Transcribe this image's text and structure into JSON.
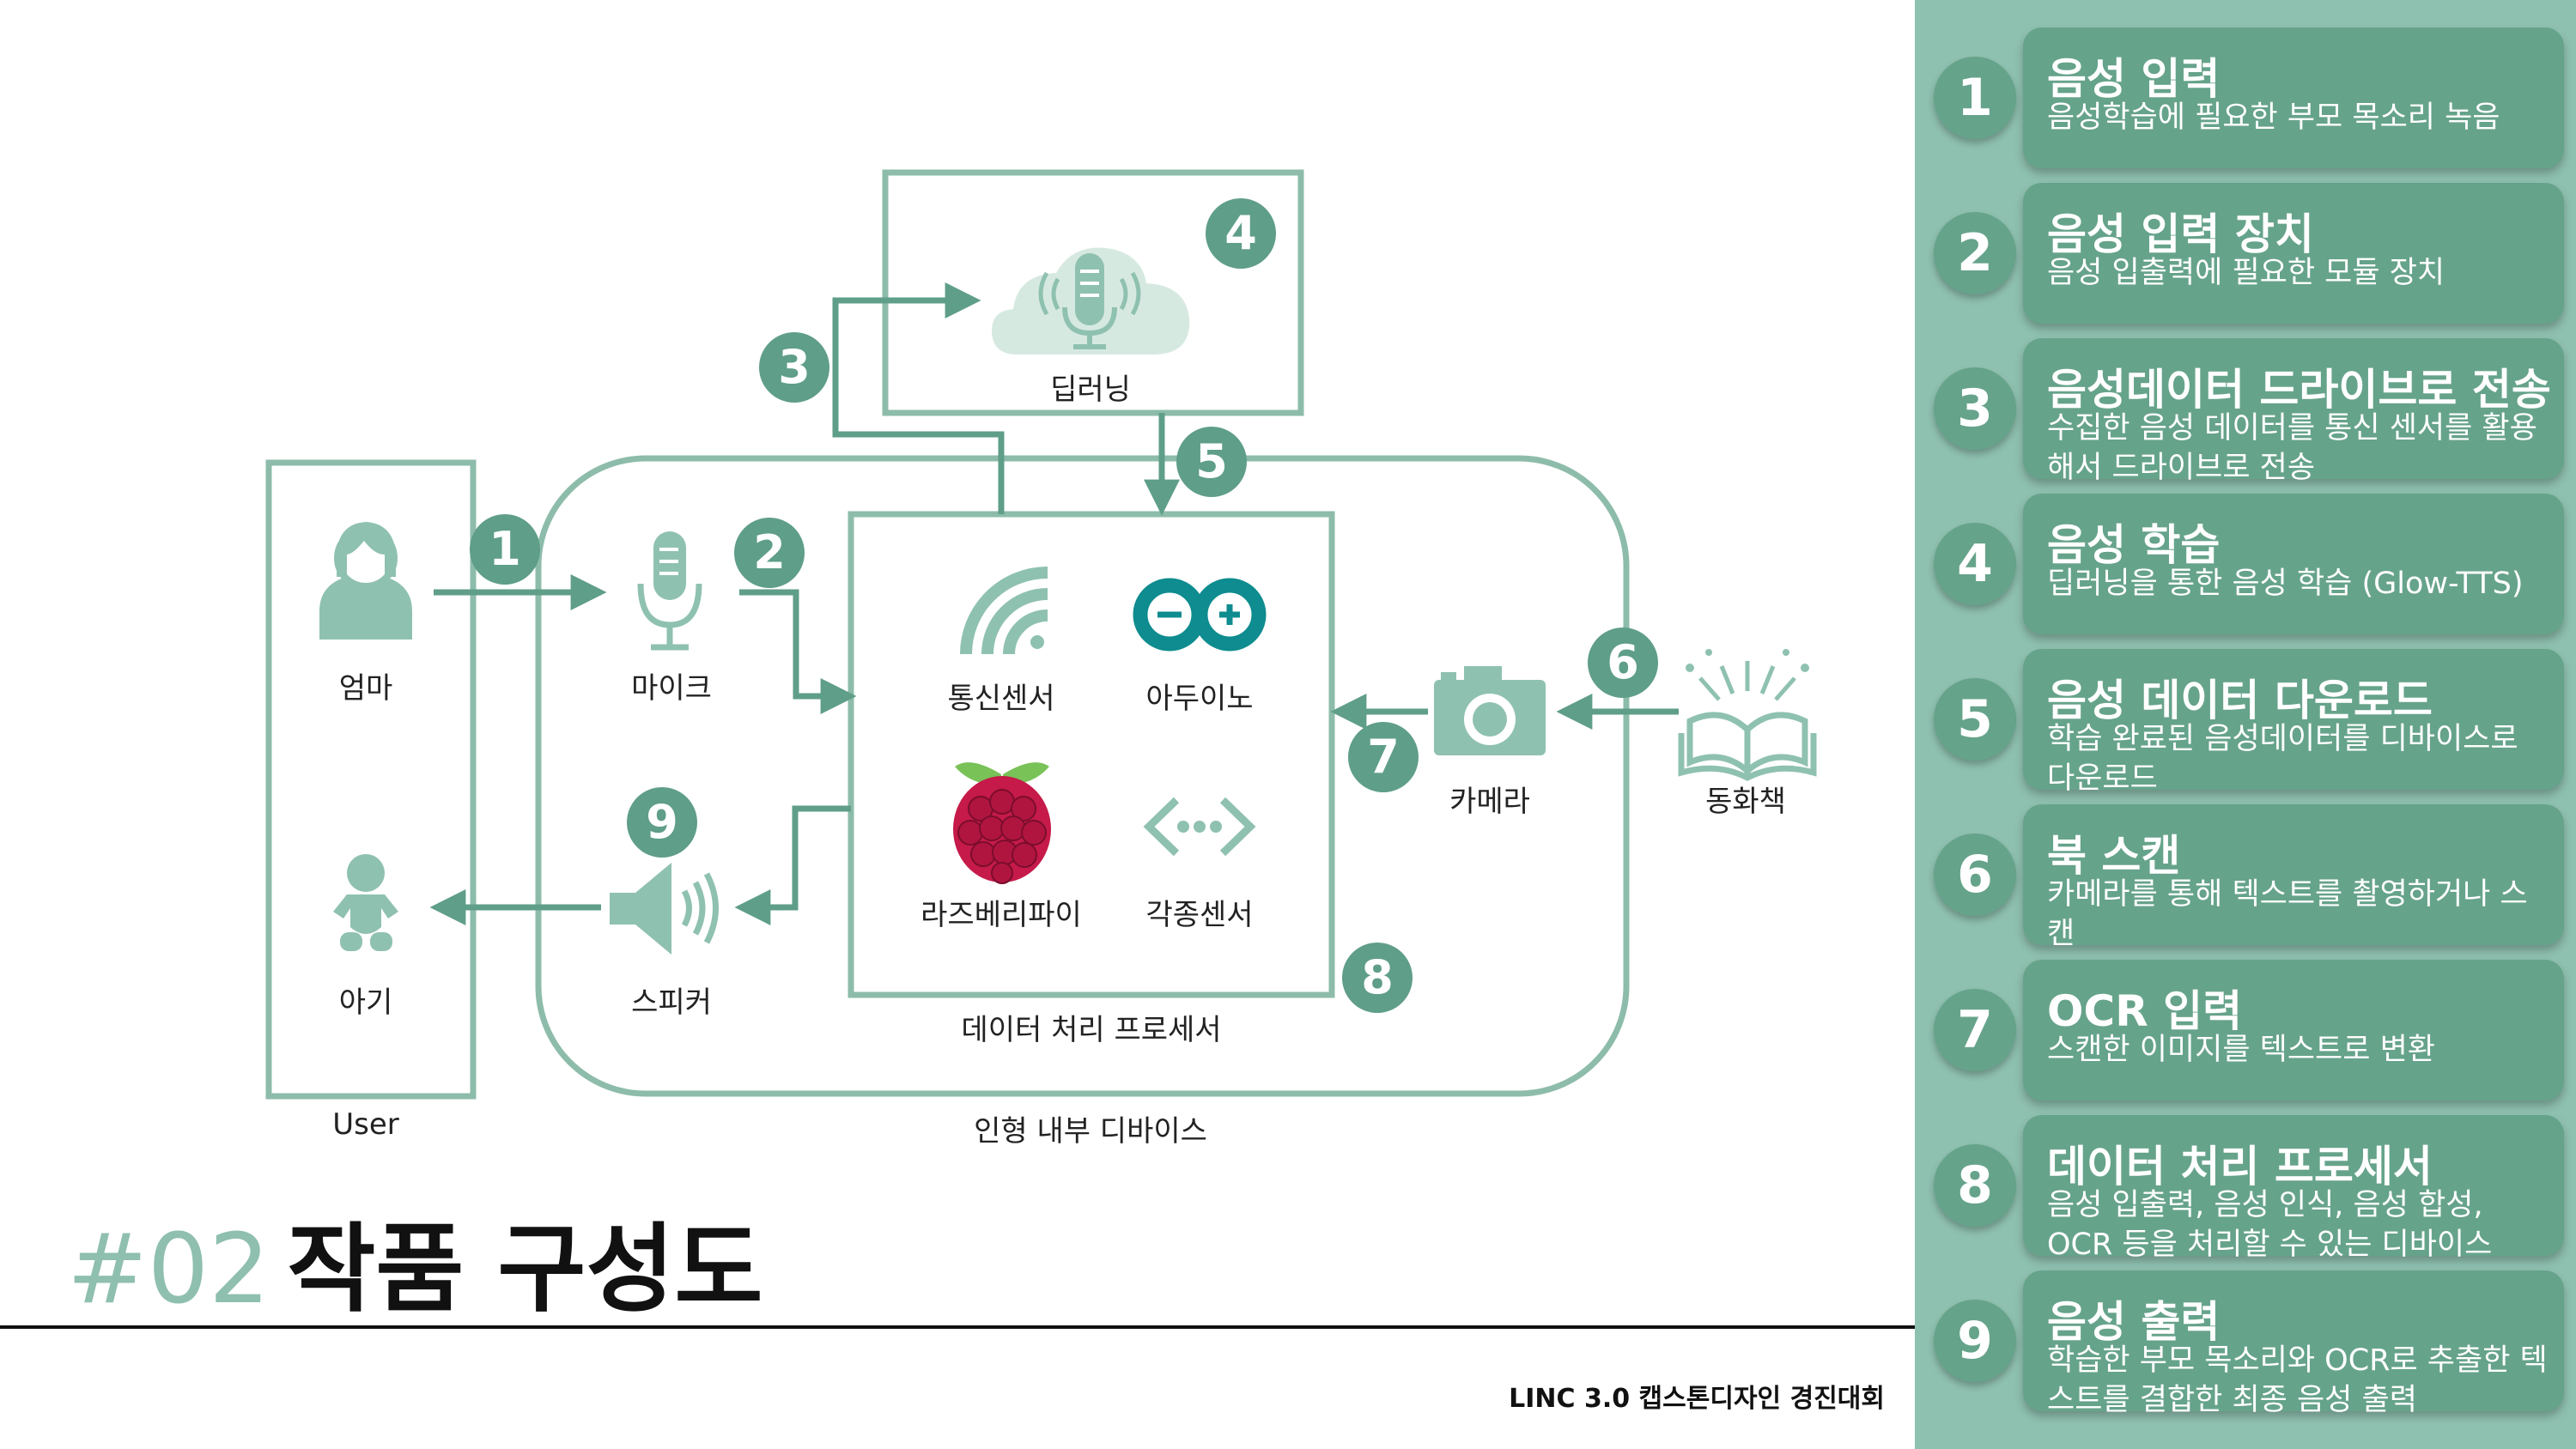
{
  "diagram": {
    "labels": {
      "mom": "엄마",
      "baby": "아기",
      "user": "User",
      "mic": "마이크",
      "speaker": "스피커",
      "deep_learning": "딥러닝",
      "comm_sensor": "통신센서",
      "arduino": "아두이노",
      "raspberry": "라즈베리파이",
      "sensors": "각종센서",
      "processor": "데이터 처리 프로세서",
      "device": "인형 내부 디바이스",
      "camera": "카메라",
      "book": "동화책"
    },
    "badges": [
      "1",
      "2",
      "3",
      "4",
      "5",
      "6",
      "7",
      "8",
      "9"
    ]
  },
  "title": {
    "number": "#02",
    "text": "작품 구성도"
  },
  "footer": "LINC 3.0 캡스톤디자인 경진대회",
  "steps": [
    {
      "num": "1",
      "title": "음성 입력",
      "desc": "음성학습에 필요한 부모 목소리 녹음"
    },
    {
      "num": "2",
      "title": "음성 입력 장치",
      "desc": "음성 입출력에 필요한 모듈 장치"
    },
    {
      "num": "3",
      "title": "음성데이터 드라이브로 전송",
      "desc": "수집한 음성 데이터를 통신 센서를 활용해서 드라이브로 전송"
    },
    {
      "num": "4",
      "title": "음성 학습",
      "desc": "딥러닝을 통한 음성 학습 (Glow-TTS)"
    },
    {
      "num": "5",
      "title": "음성 데이터 다운로드",
      "desc": "학습 완료된 음성데이터를 디바이스로 다운로드"
    },
    {
      "num": "6",
      "title": "북 스캔",
      "desc": "카메라를 통해 텍스트를 촬영하거나 스캔"
    },
    {
      "num": "7",
      "title": "OCR 입력",
      "desc": "스캔한 이미지를 텍스트로 변환"
    },
    {
      "num": "8",
      "title": "데이터 처리 프로세서",
      "desc": "음성 입출력, 음성 인식, 음성 합성, OCR 등을 처리할 수 있는 디바이스"
    },
    {
      "num": "9",
      "title": "음성 출력",
      "desc": "학습한 부모 목소리와 OCR로 추출한 텍스트를 결합한 최종 음성 출력"
    }
  ],
  "colors": {
    "accent": "#5f9e88",
    "panel": "#8fc1b0",
    "card": "#66a38b",
    "line": "#8dbcaa"
  }
}
